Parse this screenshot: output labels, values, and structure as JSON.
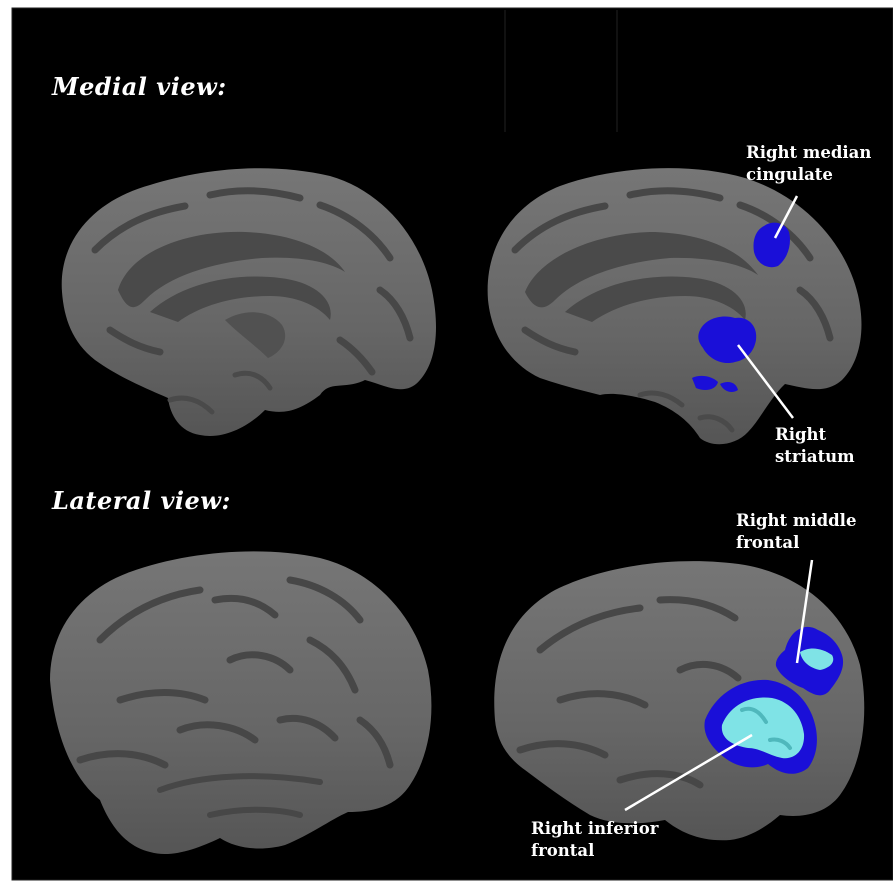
{
  "sections": {
    "medial_title": "Medial view:",
    "lateral_title": "Lateral view:"
  },
  "annotations": {
    "median_cingulate": {
      "line1": "Right median",
      "line2": "cingulate"
    },
    "striatum": {
      "line1": "Right",
      "line2": "striatum"
    },
    "middle_frontal": {
      "line1": "Right middle",
      "line2": "frontal"
    },
    "inferior_frontal": {
      "line1": "Right inferior",
      "line2": "frontal"
    }
  },
  "colors": {
    "background": "#000000",
    "cortex": "#6b6b6b",
    "sulcus": "#464646",
    "activation_dark": "#1a0fd8",
    "activation_light": "#7fe3e6",
    "label_text": "#ffffff"
  }
}
